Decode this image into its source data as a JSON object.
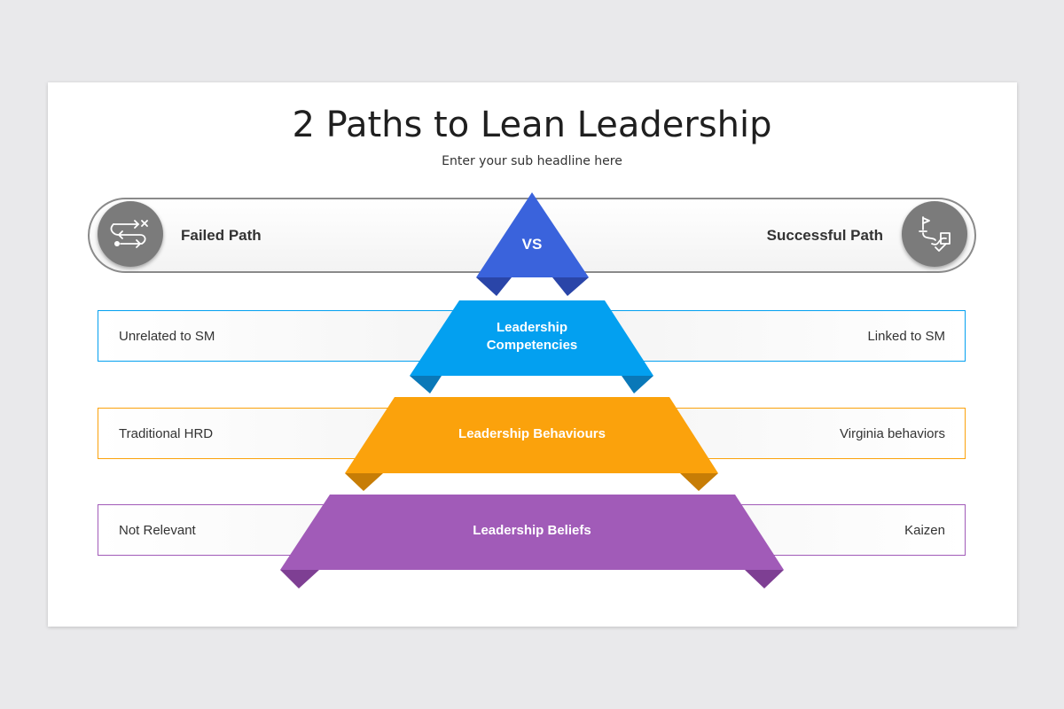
{
  "title": "2 Paths to Lean Leadership",
  "subtitle": "Enter your sub headline here",
  "header": {
    "left_label": "Failed Path",
    "right_label": "Successful Path",
    "left_icon": "route-fail-icon",
    "right_icon": "flag-path-success-icon",
    "center_label": "VS"
  },
  "levels": [
    {
      "label": "Leadership Competencies",
      "left": "Unrelated to SM",
      "right": "Linked to SM",
      "color": "#03a0f0"
    },
    {
      "label": "Leadership Behaviours",
      "left": "Traditional HRD",
      "right": "Virginia behaviors",
      "color": "#fba20c"
    },
    {
      "label": "Leadership Beliefs",
      "left": "Not Relevant",
      "right": "Kaizen",
      "color": "#a15bb8"
    }
  ],
  "colors": {
    "vs": "#3a63dc",
    "border_header": "#8a8a8a"
  }
}
